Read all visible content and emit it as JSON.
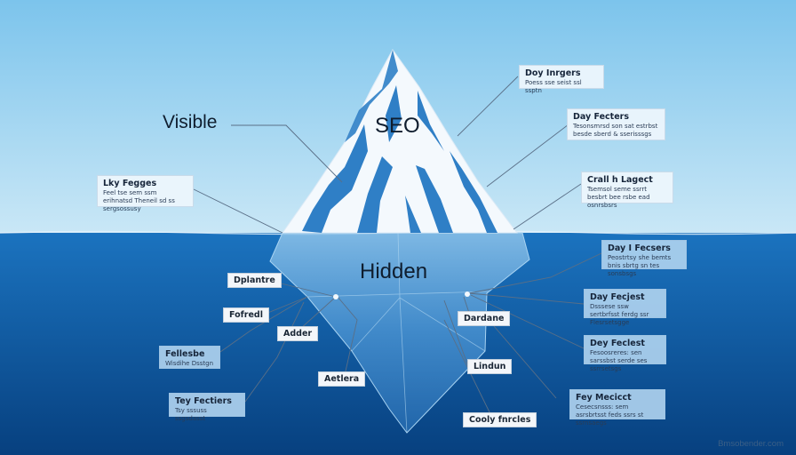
{
  "labels": {
    "visible": "Visible",
    "seo": "SEO",
    "hidden": "Hidden"
  },
  "callouts_above": [
    {
      "title": "Doy Inrgers",
      "text": "Poess sse seist ssl ssptn"
    },
    {
      "title": "Day Fecters",
      "text": "Tesonsmrsd son sat estrbst besde sberd & sserisssgs"
    },
    {
      "title": "Crall h Lagect",
      "text": "Tsemsol seme ssrrt besbrt bee rsbe ead osnrsbsrs"
    },
    {
      "title": "Lky Fegges",
      "text": "Feel tse sem ssm erihnatsd Theneil sd ss sergsossusy"
    }
  ],
  "callouts_below_right": [
    {
      "title": "Day I Fecsers",
      "text": "Peostrtsy she bemts bnis sbrtg sn tes sonsbsgs"
    },
    {
      "title": "Day Fecjest",
      "text": "Dsssese ssw sertbrfsst ferdg ssr Flesrsetsgge"
    },
    {
      "title": "Dey Feclest",
      "text": "Fesoosreres: sen sarssbst serde ses ssrrsetsgs"
    },
    {
      "title": "Fey Mecicct",
      "text": "Cesecsnsss: sem asrsbrtsst feds ssrs st ssrnsaegs"
    }
  ],
  "callouts_below_left": [
    {
      "title": "Fellesbe",
      "text": "Wisdihe Dsstgn"
    },
    {
      "title": "Tey Fectiers",
      "text": "Tsy sssuss ssgsdasst"
    }
  ],
  "tags": [
    "Dplantre",
    "Fofredl",
    "Adder",
    "Aetlera",
    "Dardane",
    "Lindun",
    "Cooly fnrcles"
  ],
  "credit": "Bmsobender.com",
  "colors": {
    "sky_top": "#7cc4ec",
    "sky_bottom": "#c9e7f6",
    "water_top": "#1b73bf",
    "water_bottom": "#07407f",
    "ice_white": "#f4f9fd",
    "ice_blue": "#2f7fc6",
    "connector": "#5a6f87"
  }
}
